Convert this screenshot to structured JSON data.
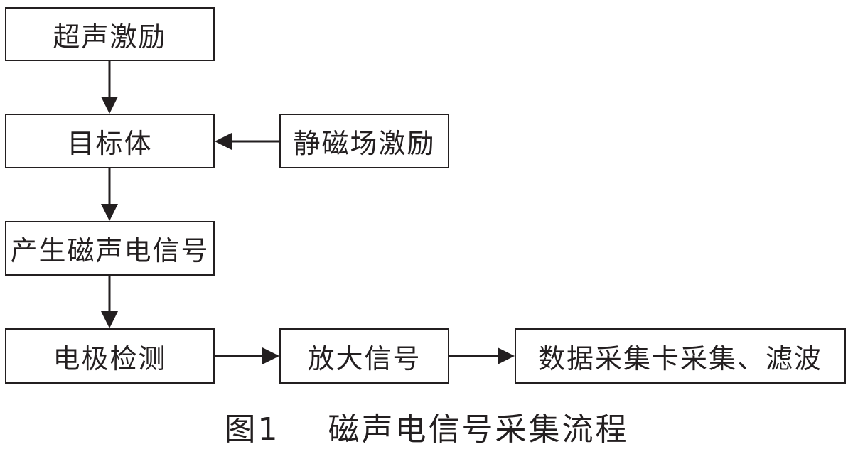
{
  "diagram": {
    "nodes": {
      "ultrasound_excitation": "超声激励",
      "target_body": "目标体",
      "static_field_excitation": "静磁场激励",
      "generate_signal": "产生磁声电信号",
      "electrode_detection": "电极检测",
      "amplify_signal": "放大信号",
      "daq_filter": "数据采集卡采集、滤波"
    },
    "edges": [
      {
        "from": "ultrasound_excitation",
        "to": "target_body"
      },
      {
        "from": "static_field_excitation",
        "to": "target_body"
      },
      {
        "from": "target_body",
        "to": "generate_signal"
      },
      {
        "from": "generate_signal",
        "to": "electrode_detection"
      },
      {
        "from": "electrode_detection",
        "to": "amplify_signal"
      },
      {
        "from": "amplify_signal",
        "to": "daq_filter"
      }
    ],
    "colors": {
      "stroke": "#231f20",
      "background": "#ffffff"
    }
  },
  "caption": {
    "figure_number": "图1",
    "title": "磁声电信号采集流程"
  }
}
